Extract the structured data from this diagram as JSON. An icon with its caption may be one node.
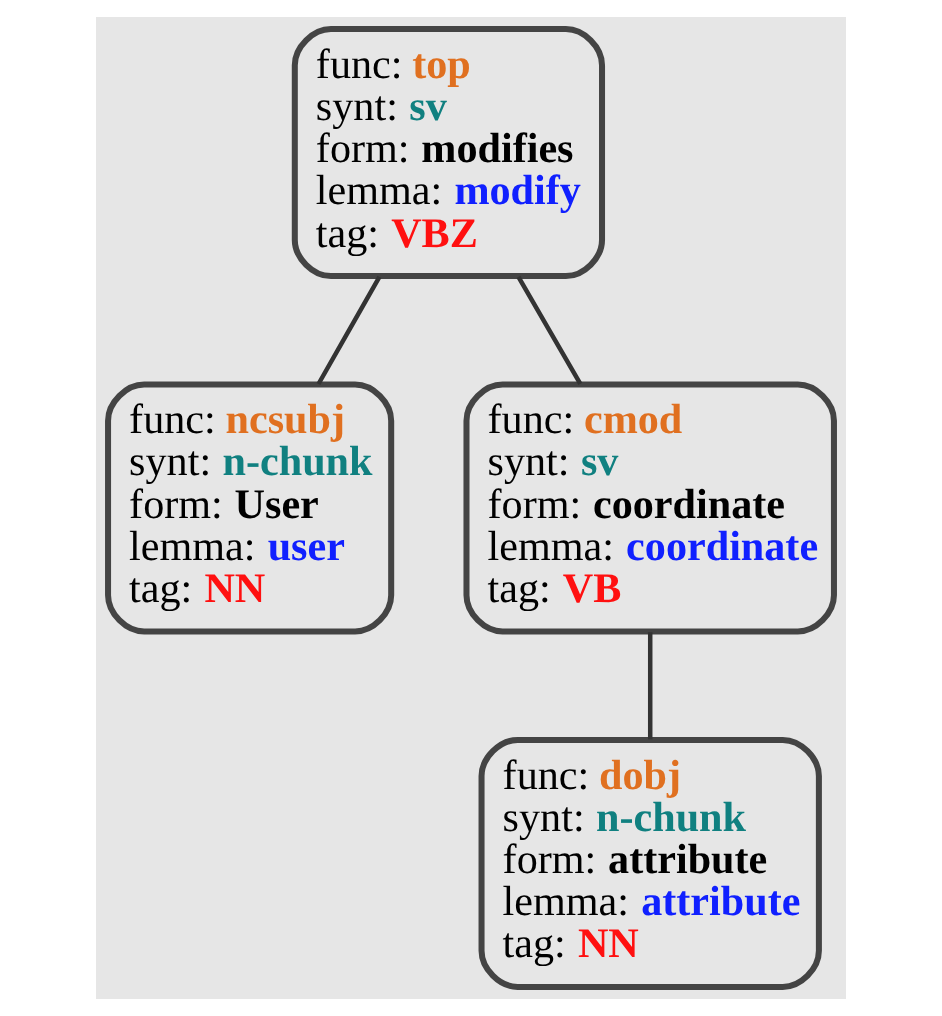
{
  "diagram": {
    "nodes": [
      {
        "text": [
          "func: top",
          "synt: sv",
          "form: modifies",
          "lemma: modify",
          "tag: VBZ"
        ]
      },
      {
        "text": [
          "func: ncsubj",
          "synt: n-chunk",
          "form: User",
          "lemma: user",
          "tag: NN"
        ]
      },
      {
        "text": [
          "func: cmod",
          "synt: sv",
          "form: coordinate",
          "lemma: coordinate",
          "tag: VB"
        ]
      },
      {
        "text": [
          "func: dobj",
          "synt: n-chunk",
          "form: attribute",
          "lemma: attribute",
          "tag: NN"
        ]
      }
    ],
    "edges": [
      {
        "from": 0,
        "to": 1,
        "arrow": "none"
      },
      {
        "from": 0,
        "to": 2,
        "arrow": "none"
      },
      {
        "from": 2,
        "to": 3,
        "arrow": "none"
      }
    ]
  }
}
